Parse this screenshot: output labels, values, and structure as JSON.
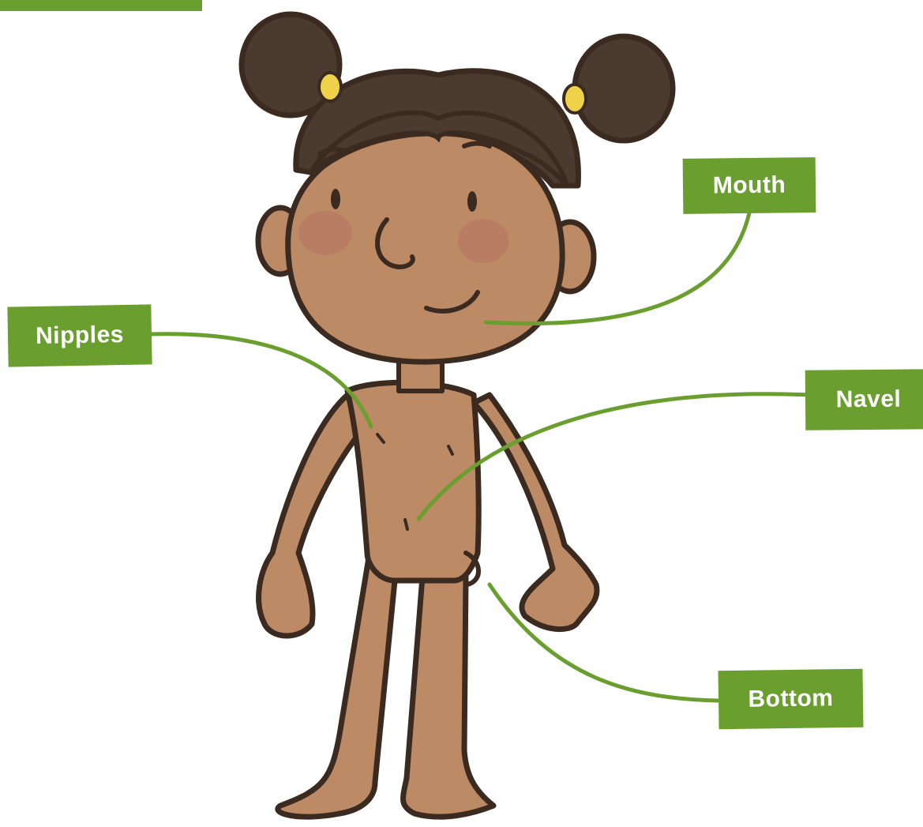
{
  "labels": {
    "mouth": "Mouth",
    "nipples": "Nipples",
    "navel": "Navel",
    "bottom": "Bottom"
  },
  "colors": {
    "label_bg": "#6a9f2f",
    "label_text": "#ffffff",
    "leader_line": "#6a9f2f",
    "skin": "#bd8a66",
    "skin_shadow": "#a87657",
    "cheek": "#b77a62",
    "hair": "#4a3a30",
    "hair_tie": "#f0d14a",
    "outline": "#3b2a20"
  },
  "icons": {
    "figure": "child-figure-illustration"
  }
}
